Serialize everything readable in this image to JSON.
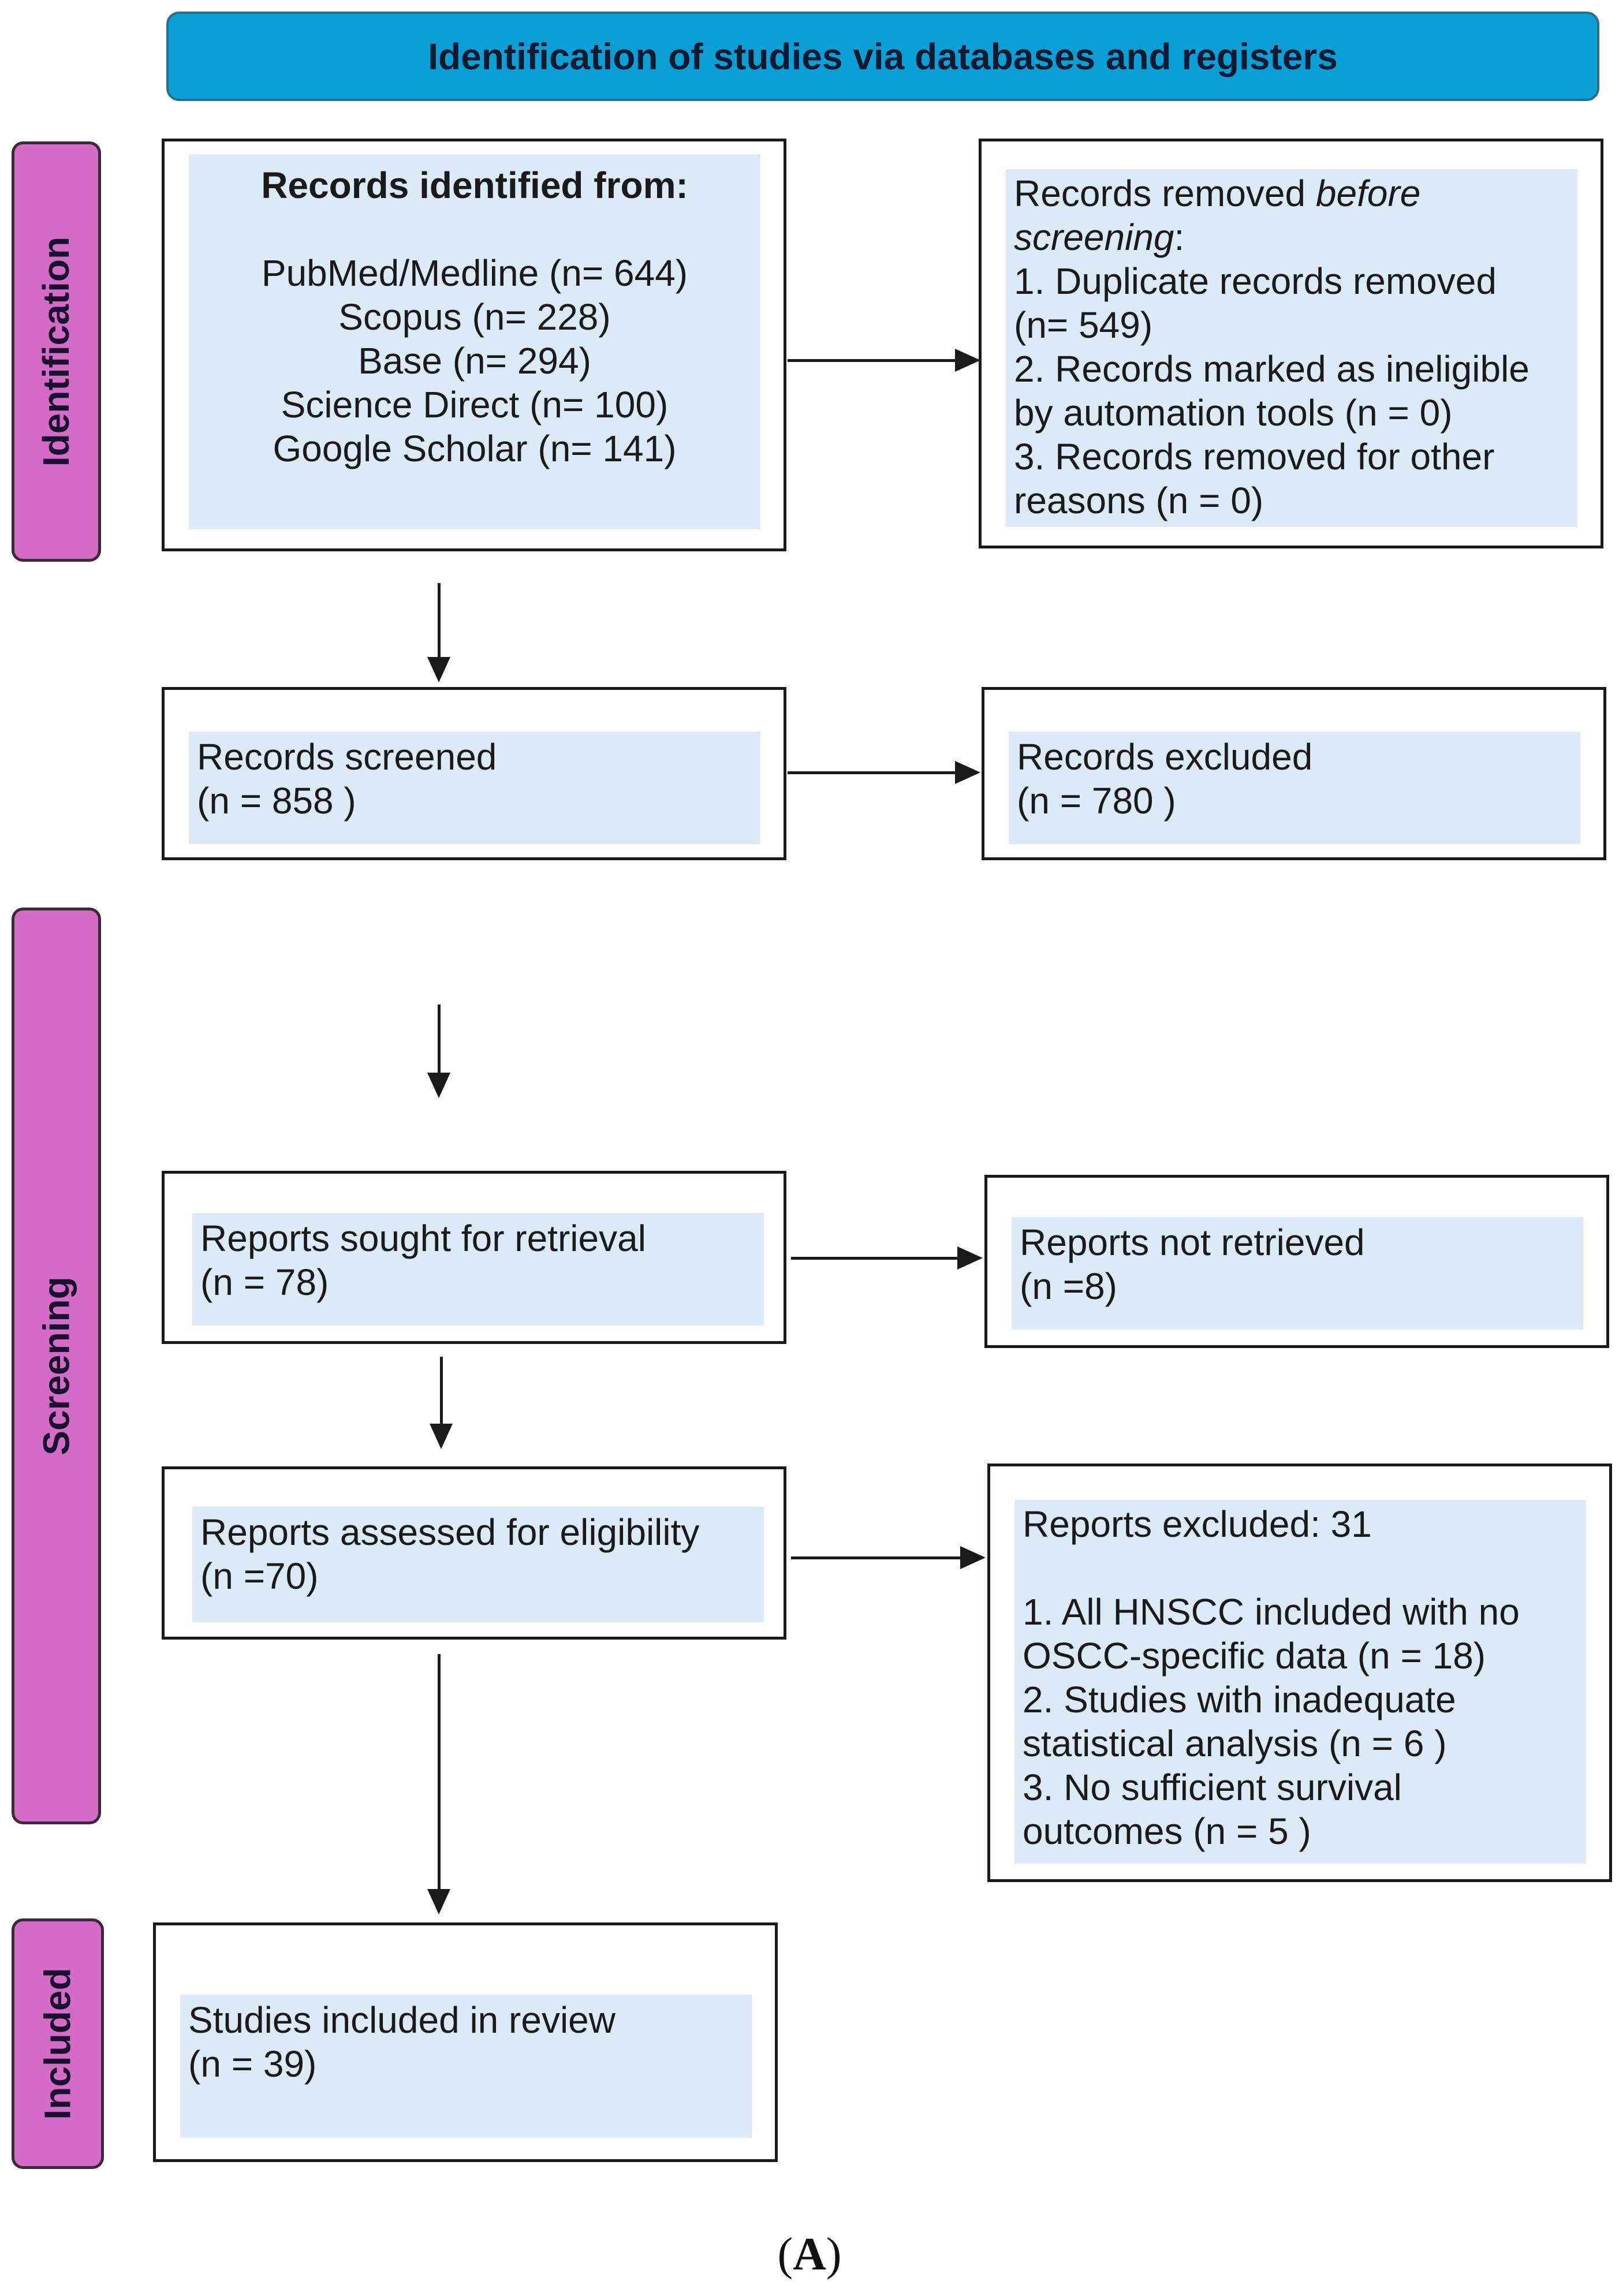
{
  "header": {
    "title": "Identification of studies via databases and registers"
  },
  "phases": {
    "identification": "Identification",
    "screening": "Screening",
    "included": "Included"
  },
  "records_identified": {
    "heading": "Records identified from:",
    "sources": [
      "PubMed/Medline (n= 644)",
      "Scopus (n= 228)",
      "Base (n= 294)",
      "Science Direct (n= 100)",
      "Google Scholar (n= 141)"
    ]
  },
  "records_removed": {
    "intro_plain": "Records removed ",
    "intro_italic_1": "before",
    "intro_italic_2": "screening",
    "intro_colon": ":",
    "lines": [
      "1. Duplicate records removed",
      "(n= 549)",
      "2. Records marked as ineligible",
      "by automation tools (n = 0)",
      "3. Records removed for other",
      "reasons (n = 0)"
    ]
  },
  "records_screened": {
    "label": "Records screened",
    "count": "(n = 858 )"
  },
  "records_excluded": {
    "label": "Records excluded",
    "count": "(n = 780 )"
  },
  "reports_sought": {
    "label": "Reports sought for retrieval",
    "count": "(n = 78)"
  },
  "reports_not_retrieved": {
    "label": "Reports not retrieved",
    "count": "(n =8)"
  },
  "reports_assessed": {
    "label": "Reports assessed for eligibility",
    "count": "(n =70)"
  },
  "reports_excluded": {
    "heading": "Reports excluded: 31",
    "lines": [
      "1. All HNSCC included with no",
      "OSCC-specific data (n = 18)",
      "2. Studies with inadequate",
      "statistical analysis (n = 6 )",
      "3. No sufficient survival",
      "outcomes (n = 5 )"
    ]
  },
  "studies_included": {
    "label": "Studies included in review",
    "count": "(n = 39)"
  },
  "caption": {
    "open": "(",
    "letter": "A",
    "close": ")"
  }
}
